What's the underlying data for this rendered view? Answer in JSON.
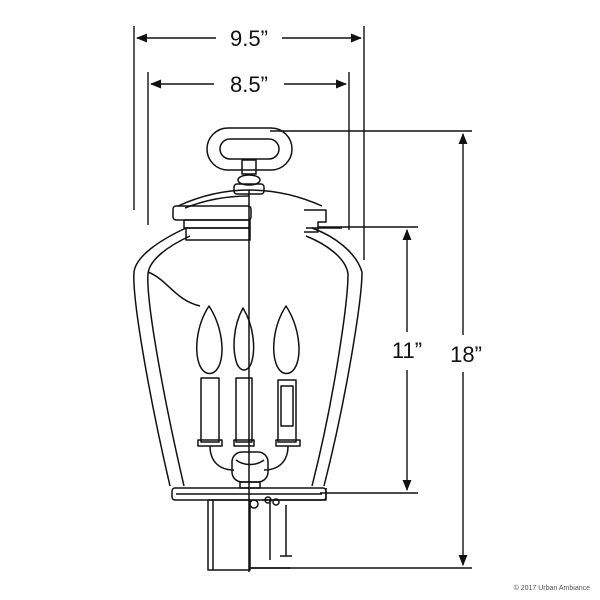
{
  "dimensions": {
    "outer_width": "9.5”",
    "inner_width": "8.5”",
    "body_height": "11”",
    "total_height": "18”"
  },
  "copyright": "© 2017 Urban Ambiance",
  "colors": {
    "line": "#111111",
    "background": "#ffffff"
  }
}
